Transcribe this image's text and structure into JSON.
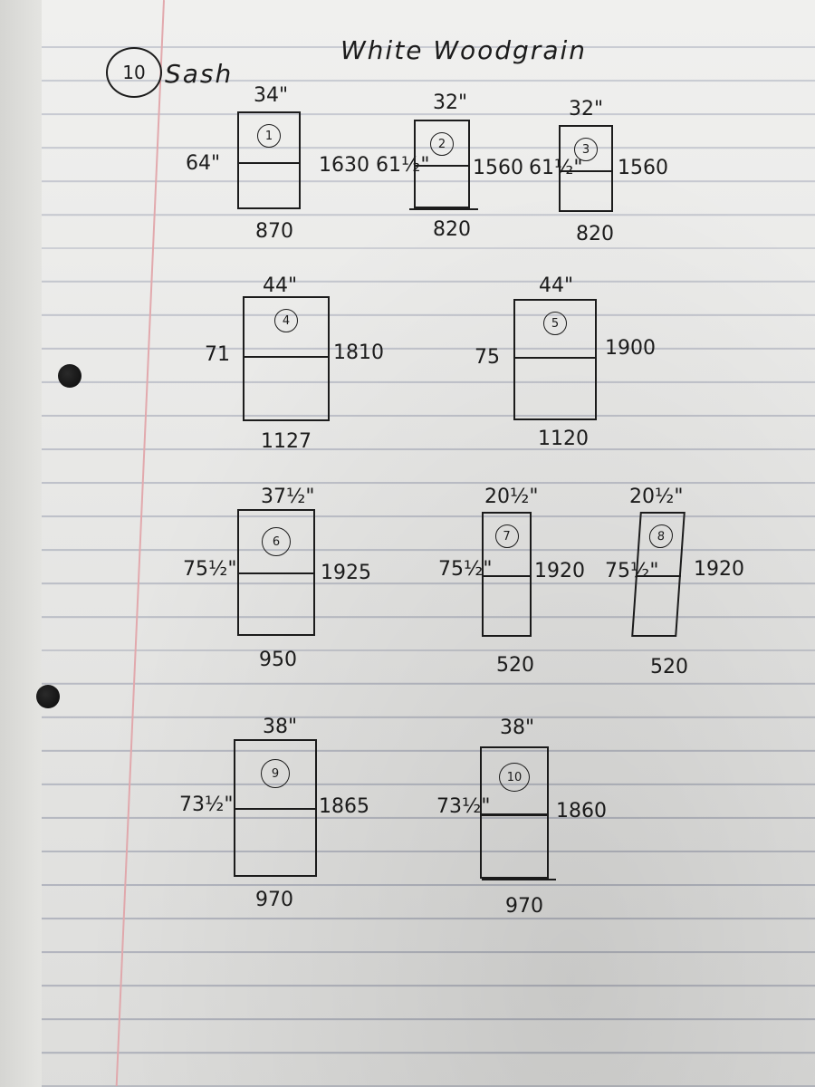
{
  "header": {
    "count": "10",
    "label": "Sash",
    "title": "White Woodgrain"
  },
  "windows": [
    {
      "number": "1",
      "width_in": "34\"",
      "height_in": "64\"",
      "height_mm": "1630",
      "width_mm": "870"
    },
    {
      "number": "2",
      "width_in": "32\"",
      "height_in": "61½\"",
      "height_mm": "1560",
      "width_mm": "820"
    },
    {
      "number": "3",
      "width_in": "32\"",
      "height_in": "61½\"",
      "height_mm": "1560",
      "width_mm": "820"
    },
    {
      "number": "4",
      "width_in": "44\"",
      "height_in": "71",
      "height_mm": "1810",
      "width_mm": "1127"
    },
    {
      "number": "5",
      "width_in": "44\"",
      "height_in": "75",
      "height_mm": "1900",
      "width_mm": "1120"
    },
    {
      "number": "6",
      "width_in": "37½\"",
      "height_in": "75½\"",
      "height_mm": "1925",
      "width_mm": "950"
    },
    {
      "number": "7",
      "width_in": "20½\"",
      "height_in": "75½\"",
      "height_mm": "1920",
      "width_mm": "520"
    },
    {
      "number": "8",
      "width_in": "20½\"",
      "height_in": "75½\"",
      "height_mm": "1920",
      "width_mm": "520"
    },
    {
      "number": "9",
      "width_in": "38\"",
      "height_in": "73½\"",
      "height_mm": "1865",
      "width_mm": "970"
    },
    {
      "number": "10",
      "width_in": "38\"",
      "height_in": "73½\"",
      "height_mm": "1860",
      "width_mm": "970"
    }
  ],
  "colors": {
    "paper": "#ebebe9",
    "rule_line": "#b9bcc6",
    "margin_line": "#e2a9ad",
    "ink": "#1c1c1c"
  }
}
